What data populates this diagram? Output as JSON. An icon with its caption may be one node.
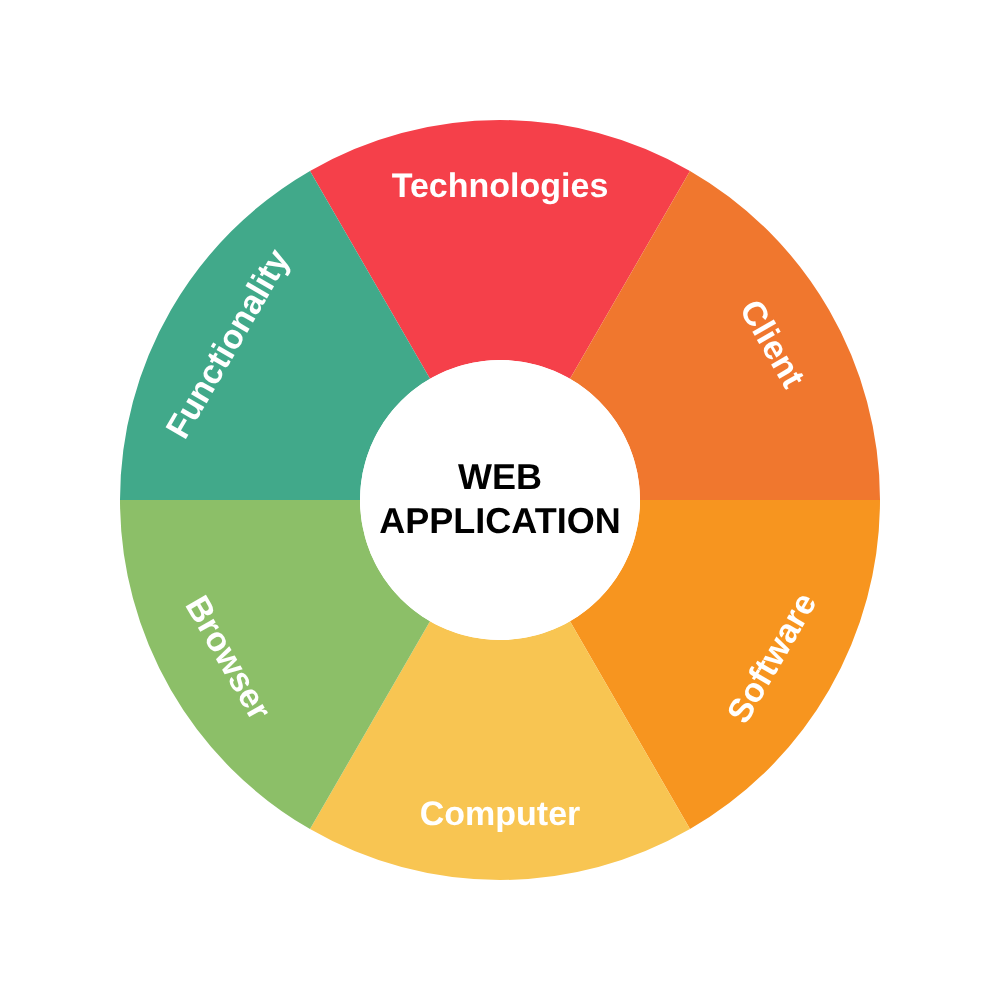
{
  "diagram": {
    "nodes": [
      {
        "text": [
          "WEB APPLICATION"
        ]
      },
      {
        "text": [
          "Technologies"
        ]
      },
      {
        "text": [
          "Client"
        ]
      },
      {
        "text": [
          "Software"
        ]
      },
      {
        "text": [
          "Computer"
        ]
      },
      {
        "text": [
          "Browser"
        ]
      },
      {
        "text": [
          "Functionality"
        ]
      }
    ]
  }
}
